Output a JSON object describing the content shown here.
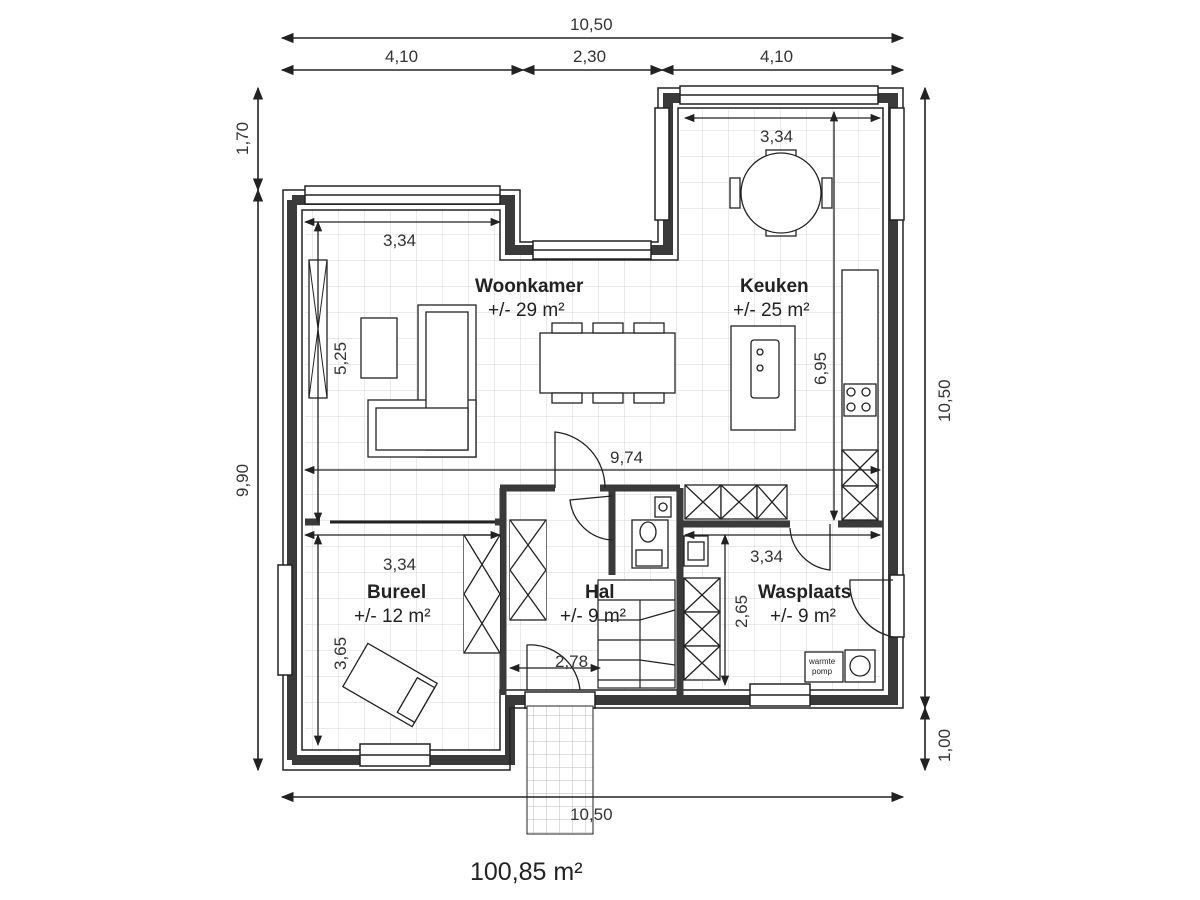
{
  "dimensions": {
    "top_total": "10,50",
    "top_left": "4,10",
    "top_mid": "2,30",
    "top_right": "4,10",
    "left_top": "1,70",
    "left_main": "9,90",
    "right_main": "10,50",
    "right_bottom": "1,00",
    "bottom_total": "10,50",
    "woonkamer_width": "3,34",
    "woonkamer_depth": "5,25",
    "keuken_width": "3,34",
    "keuken_depth": "6,95",
    "living_span": "9,74",
    "bureel_width": "3,34",
    "bureel_depth": "3,65",
    "wasplaats_width": "3,34",
    "wasplaats_depth": "2,65",
    "hal_width": "2,78"
  },
  "rooms": {
    "woonkamer": {
      "name": "Woonkamer",
      "area": "+/- 29 m²"
    },
    "keuken": {
      "name": "Keuken",
      "area": "+/- 25 m²"
    },
    "bureel": {
      "name": "Bureel",
      "area": "+/- 12 m²"
    },
    "hal": {
      "name": "Hal",
      "area": "+/- 9 m²"
    },
    "wasplaats": {
      "name": "Wasplaats",
      "area": "+/- 9 m²"
    }
  },
  "appliance": {
    "heatpump_line1": "warmte",
    "heatpump_line2": "pomp"
  },
  "total_area": "100,85 m²",
  "colors": {
    "wall": "#3a3a3a",
    "grid": "#d9d9d9",
    "line": "#222222"
  }
}
